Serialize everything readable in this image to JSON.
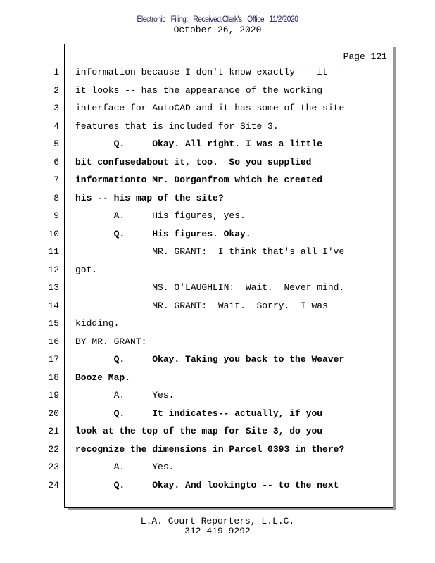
{
  "header": {
    "filing": "Electronic  Filing:  Received,Clerk's  Office  11/2/2020",
    "date": "October 26, 2020"
  },
  "page_label": "Page 121",
  "lines": [
    {
      "n": "1",
      "text": "information because I don't know exactly -- it --",
      "bold": false
    },
    {
      "n": "2",
      "text": "it looks -- has the appearance of the working",
      "bold": false
    },
    {
      "n": "3",
      "text": "interface for AutoCAD and it has some of the site",
      "bold": false
    },
    {
      "n": "4",
      "text": "features that is included for Site 3.",
      "bold": false
    },
    {
      "n": "5",
      "text": "       Q.     Okay. All right. I was a little",
      "bold": true
    },
    {
      "n": "6",
      "text": "bit confusedabout it, too.  So you supplied",
      "bold": true
    },
    {
      "n": "7",
      "text": "informationto Mr. Dorganfrom which he created",
      "bold": true
    },
    {
      "n": "8",
      "text": "his -- his map of the site?",
      "bold": true
    },
    {
      "n": "9",
      "text": "       A.     His figures, yes.",
      "bold": false
    },
    {
      "n": "10",
      "text": "       Q.     His figures. Okay.",
      "bold": true
    },
    {
      "n": "11",
      "text": "              MR. GRANT:  I think that's all I've",
      "bold": false
    },
    {
      "n": "12",
      "text": "got.",
      "bold": false
    },
    {
      "n": "13",
      "text": "              MS. O'LAUGHLIN:  Wait.  Never mind.",
      "bold": false
    },
    {
      "n": "14",
      "text": "              MR. GRANT:  Wait.  Sorry.  I was",
      "bold": false
    },
    {
      "n": "15",
      "text": "kidding.",
      "bold": false
    },
    {
      "n": "16",
      "text": "BY MR. GRANT:",
      "bold": false
    },
    {
      "n": "17",
      "text": "       Q.     Okay. Taking you back to the Weaver",
      "bold": true
    },
    {
      "n": "18",
      "text": "Booze Map.",
      "bold": true
    },
    {
      "n": "19",
      "text": "       A.     Yes.",
      "bold": false
    },
    {
      "n": "20",
      "text": "       Q.     It indicates-- actually, if you",
      "bold": true
    },
    {
      "n": "21",
      "text": "look at the top of the map for Site 3, do you",
      "bold": true
    },
    {
      "n": "22",
      "text": "recognize the dimensions in Parcel 0393 in there?",
      "bold": true
    },
    {
      "n": "23",
      "text": "       A.     Yes.",
      "bold": false
    },
    {
      "n": "24",
      "text": "       Q.     Okay. And lookingto -- to the next",
      "bold": true
    }
  ],
  "footer": {
    "company": "L.A. Court Reporters, L.L.C.",
    "phone": "312-419-9292"
  }
}
